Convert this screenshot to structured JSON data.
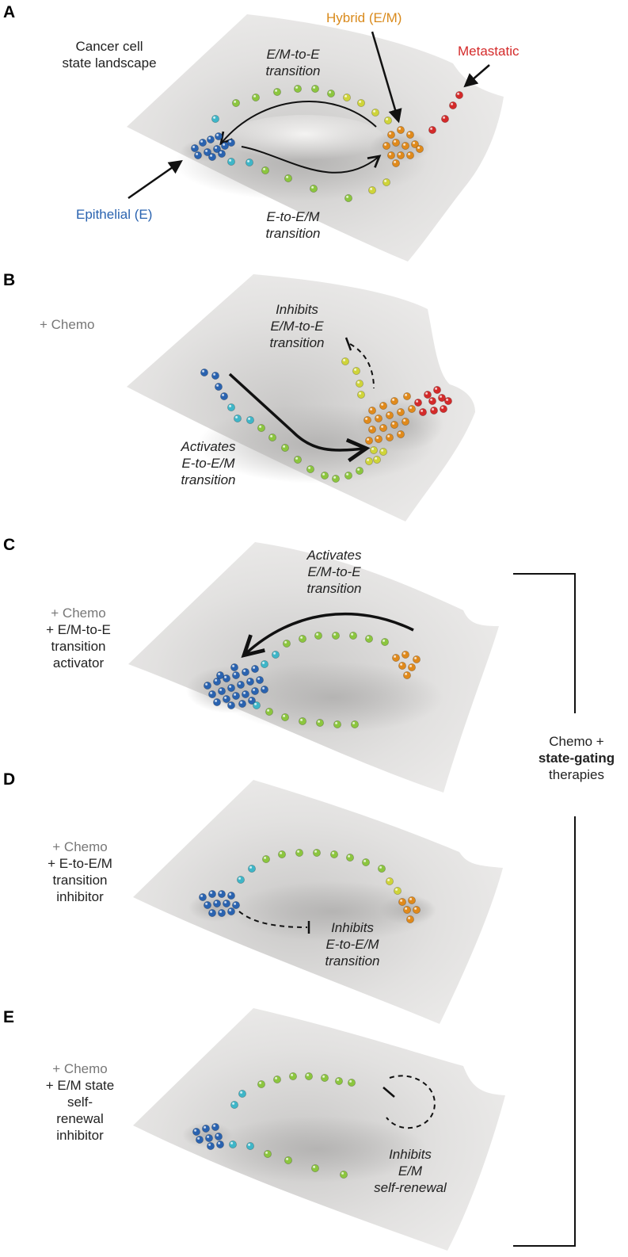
{
  "panels": {
    "A": {
      "letter": "A",
      "title_line1": "Cancer cell",
      "title_line2": "state landscape",
      "hybrid": "Hybrid (E/M)",
      "metastatic": "Metastatic",
      "epithelial": "Epithelial (E)",
      "top_arrow_l1": "E/M-to-E",
      "top_arrow_l2": "transition",
      "bottom_arrow_l1": "E-to-E/M",
      "bottom_arrow_l2": "transition"
    },
    "B": {
      "letter": "B",
      "treatment": "+ Chemo",
      "inhibits_l1": "Inhibits",
      "inhibits_l2": "E/M-to-E",
      "inhibits_l3": "transition",
      "activates_l1": "Activates",
      "activates_l2": "E-to-E/M",
      "activates_l3": "transition"
    },
    "C": {
      "letter": "C",
      "treat_l1": "+ Chemo",
      "treat_l2": "+ E/M-to-E",
      "treat_l3": "transition",
      "treat_l4": "activator",
      "activates_l1": "Activates",
      "activates_l2": "E/M-to-E",
      "activates_l3": "transition"
    },
    "D": {
      "letter": "D",
      "treat_l1": "+ Chemo",
      "treat_l2": "+ E-to-E/M",
      "treat_l3": "transition",
      "treat_l4": "inhibitor",
      "inhibits_l1": "Inhibits",
      "inhibits_l2": "E-to-E/M",
      "inhibits_l3": "transition"
    },
    "E": {
      "letter": "E",
      "treat_l1": "+ Chemo",
      "treat_l2": "+ E/M state",
      "treat_l3": "self-",
      "treat_l4": "renewal",
      "treat_l5": "inhibitor",
      "inhibits_l1": "Inhibits",
      "inhibits_l2": "E/M",
      "inhibits_l3": "self-renewal"
    }
  },
  "bracket": {
    "line1": "Chemo +",
    "line2": "state-gating",
    "line3": "therapies"
  },
  "colors": {
    "epithelial": "#2a63b0",
    "hybrid": "#d98a1c",
    "metastatic": "#d42a2a",
    "surface": "#dddcdb",
    "treatment_text": "#777777"
  }
}
